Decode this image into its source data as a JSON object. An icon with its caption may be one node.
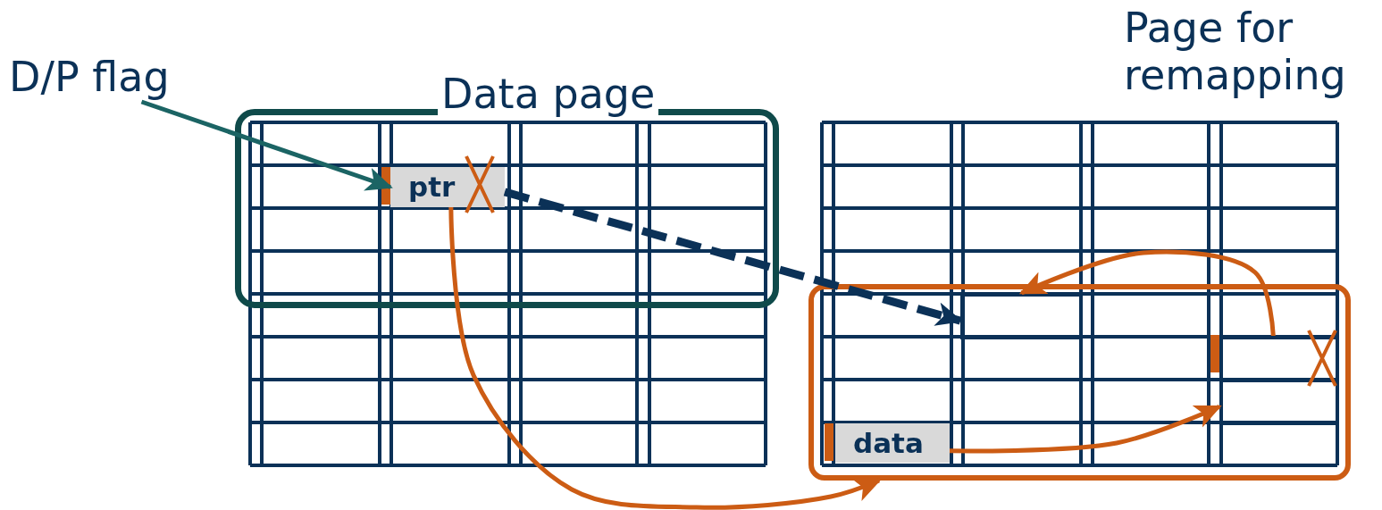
{
  "diagram": {
    "nodes": [
      {
        "text": [
          "D/P flag"
        ]
      },
      {
        "text": [
          "Data page"
        ]
      },
      {
        "text": [
          "ptr"
        ],
        "in": 1
      },
      {
        "text": [
          "Page for remapping"
        ]
      },
      {
        "text": [],
        "shape": "box",
        "in": 3
      },
      {
        "text": [],
        "shape": "box",
        "in": 4
      },
      {
        "text": [],
        "shape": "box",
        "in": 4
      },
      {
        "text": [],
        "shape": "box",
        "in": 4
      },
      {
        "text": [
          "data"
        ],
        "in": 4
      }
    ],
    "edges": [
      {
        "from": 0,
        "to": 2,
        "arrow": "to",
        "color": "#1b6464"
      },
      {
        "from": 2,
        "to": 5,
        "arrow": "to",
        "style": "dashed",
        "color": "#0b3157"
      },
      {
        "from": 2,
        "to": 4,
        "arrow": "to",
        "color": "#cc5c14"
      },
      {
        "from": 8,
        "to": 7,
        "arrow": "to",
        "color": "#cc5c14"
      },
      {
        "from": 6,
        "to": 5,
        "arrow": "to",
        "color": "#cc5c14"
      }
    ]
  }
}
